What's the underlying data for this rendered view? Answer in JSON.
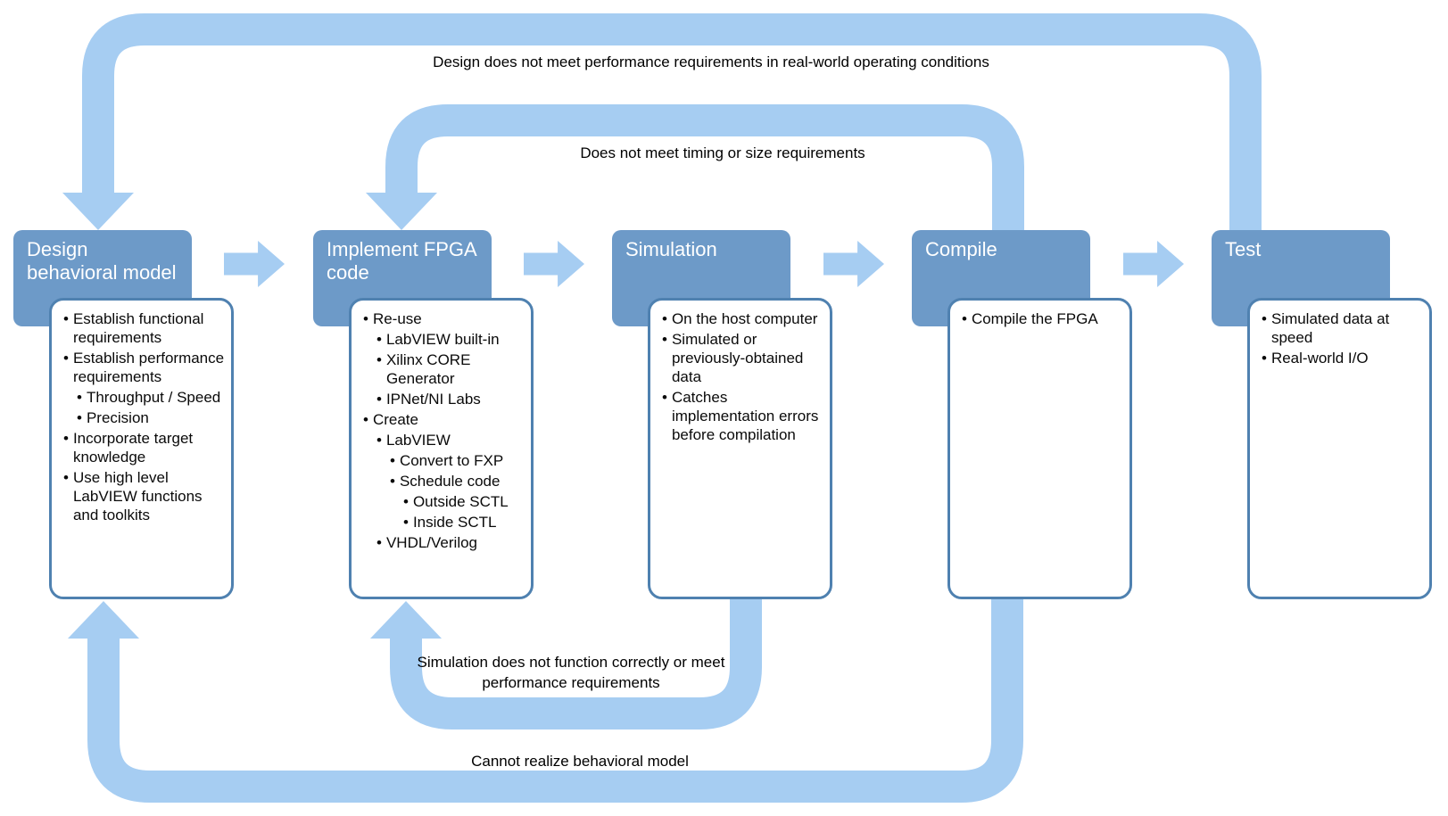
{
  "diagram": {
    "stages": [
      {
        "title": "Design behavioral model",
        "bullets": [
          {
            "level": 1,
            "text": "Establish functional requirements"
          },
          {
            "level": 1,
            "text": "Establish performance requirements"
          },
          {
            "level": 2,
            "text": "Throughput / Speed"
          },
          {
            "level": 2,
            "text": "Precision"
          },
          {
            "level": 1,
            "text": "Incorporate target knowledge"
          },
          {
            "level": 1,
            "text": "Use high level LabVIEW  functions and toolkits"
          }
        ]
      },
      {
        "title": "Implement FPGA code",
        "bullets": [
          {
            "level": 1,
            "text": "Re-use"
          },
          {
            "level": 2,
            "text": "LabVIEW built-in"
          },
          {
            "level": 2,
            "text": "Xilinx CORE Generator"
          },
          {
            "level": 2,
            "text": "IPNet/NI Labs"
          },
          {
            "level": 1,
            "text": "Create"
          },
          {
            "level": 2,
            "text": "LabVIEW"
          },
          {
            "level": 3,
            "text": "Convert to FXP"
          },
          {
            "level": 3,
            "text": "Schedule code"
          },
          {
            "level": 4,
            "text": "Outside SCTL"
          },
          {
            "level": 4,
            "text": "Inside SCTL"
          },
          {
            "level": 2,
            "text": "VHDL/Verilog"
          }
        ]
      },
      {
        "title": "Simulation",
        "bullets": [
          {
            "level": 1,
            "text": "On the host computer"
          },
          {
            "level": 1,
            "text": "Simulated or previously-obtained data"
          },
          {
            "level": 1,
            "text": "Catches implementation errors before compilation"
          }
        ]
      },
      {
        "title": "Compile",
        "bullets": [
          {
            "level": 1,
            "text": "Compile the FPGA"
          }
        ]
      },
      {
        "title": "Test",
        "bullets": [
          {
            "level": 1,
            "text": "Simulated data at speed"
          },
          {
            "level": 1,
            "text": "Real-world I/O"
          }
        ]
      }
    ],
    "feedback_loops": [
      {
        "from": "Test",
        "to": "Design behavioral model",
        "label": "Design does not meet performance requirements in real-world operating conditions"
      },
      {
        "from": "Compile",
        "to": "Implement FPGA code",
        "label": "Does not meet timing or size requirements"
      },
      {
        "from": "Simulation",
        "to": "Implement FPGA code",
        "label": "Simulation does not function correctly or meet performance requirements"
      },
      {
        "from": "Compile",
        "to": "Design behavioral model",
        "label": "Cannot realize behavioral model"
      }
    ],
    "colors": {
      "flow_arrow_fill": "#a6cdf2",
      "stage_header_fill": "#6d9ac8",
      "detail_box_border": "#4f81b0",
      "stage_title_text": "#ffffff",
      "label_text": "#000000"
    }
  }
}
